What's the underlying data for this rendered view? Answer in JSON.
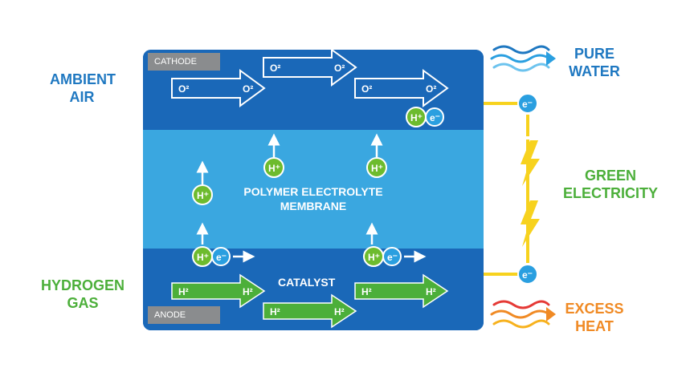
{
  "labels": {
    "ambient_air": [
      "AMBIENT",
      "AIR"
    ],
    "hydrogen_gas": [
      "HYDROGEN",
      "GAS"
    ],
    "pure_water": [
      "PURE",
      "WATER"
    ],
    "green_electricity": [
      "GREEN",
      "ELECTRICITY"
    ],
    "excess_heat": [
      "EXCESS",
      "HEAT"
    ]
  },
  "cell": {
    "cathode": "CATHODE",
    "anode": "ANODE",
    "membrane": [
      "POLYMER ELECTROLYTE",
      "MEMBRANE"
    ],
    "catalyst": "CATALYST"
  },
  "molecules": {
    "oxygen": "O²",
    "hydrogen": "H²",
    "proton": "H⁺",
    "electron": "e⁻"
  },
  "colors": {
    "cell_blue": "#1a68b8",
    "membrane_blue": "#3aa7e0",
    "hydrogen_green": "#4caf3a",
    "wire_yellow": "#f7d21e",
    "heat_orange": "#f08a24",
    "water_blue": "#2a9fe0"
  }
}
